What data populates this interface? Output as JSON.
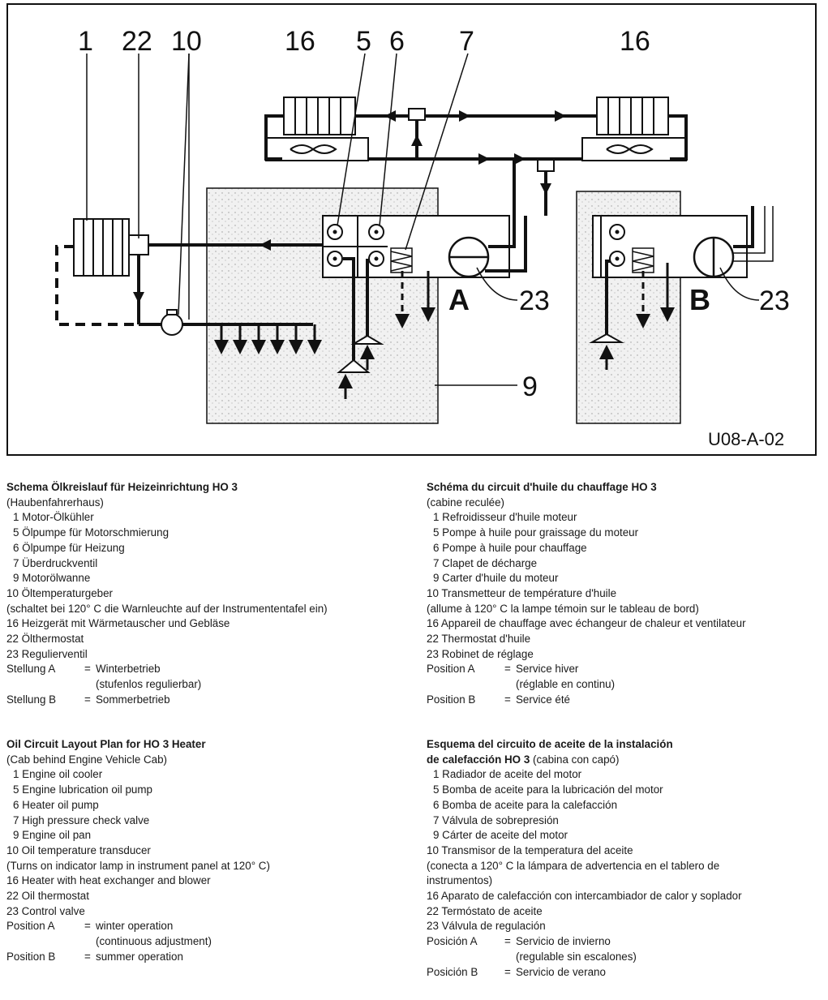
{
  "diagram": {
    "labels": {
      "n1": "1",
      "n22": "22",
      "n10": "10",
      "n16a": "16",
      "n5": "5",
      "n6": "6",
      "n7": "7",
      "n16b": "16",
      "posA": "A",
      "n23a": "23",
      "posB": "B",
      "n23b": "23",
      "n9": "9"
    },
    "figure_code": "U08-A-02",
    "line_color": "#111111",
    "fill_color": "#eeeeee"
  },
  "legend_de": {
    "title": "Schema Ölkreislauf für Heizeinrichtung HO 3",
    "subtitle": "(Haubenfahrerhaus)",
    "items": [
      "1 Motor-Ölkühler",
      "5 Ölpumpe für Motorschmierung",
      "6 Ölpumpe für Heizung",
      "7 Überdruckventil",
      "9 Motorölwanne",
      "10 Öltemperaturgeber",
      "(schaltet bei 120° C die Warnleuchte auf der Instrumententafel ein)",
      "16 Heizgerät mit Wärmetauscher und Gebläse",
      "22 Ölthermostat",
      "23 Regulierventil"
    ],
    "posA_key": "Stellung A",
    "posA_val": "Winterbetrieb",
    "posA_sub": "(stufenlos regulierbar)",
    "posB_key": "Stellung B",
    "posB_val": "Sommerbetrieb"
  },
  "legend_fr": {
    "title": "Schéma du circuit d'huile du chauffage HO 3",
    "subtitle": "(cabine reculée)",
    "items": [
      "1 Refroidisseur d'huile moteur",
      "5 Pompe à huile pour graissage du moteur",
      "6 Pompe à huile pour chauffage",
      "7 Clapet de décharge",
      "9 Carter d'huile du moteur",
      "10 Transmetteur de température d'huile",
      "(allume à 120° C la lampe témoin sur le tableau de bord)",
      "16 Appareil de chauffage avec échangeur de chaleur et ventilateur",
      "22 Thermostat d'huile",
      "23 Robinet de réglage"
    ],
    "posA_key": "Position A",
    "posA_val": "Service hiver",
    "posA_sub": "(réglable en continu)",
    "posB_key": "Position B",
    "posB_val": "Service été"
  },
  "legend_en": {
    "title": "Oil Circuit Layout Plan for HO 3 Heater",
    "subtitle": "(Cab behind Engine Vehicle Cab)",
    "items": [
      "1 Engine oil cooler",
      "5 Engine lubrication oil pump",
      "6 Heater oil pump",
      "7 High pressure check valve",
      "9 Engine oil pan",
      "10 Oil temperature transducer",
      "(Turns on indicator lamp in instrument panel at 120° C)",
      "16 Heater with heat exchanger and blower",
      "22 Oil thermostat",
      "23 Control valve"
    ],
    "posA_key": "Position A",
    "posA_val": "winter operation",
    "posA_sub": "(continuous adjustment)",
    "posB_key": "Position B",
    "posB_val": "summer operation"
  },
  "legend_es": {
    "title_line1": "Esquema del circuito de aceite de la instalación",
    "title_line2": "de calefacción HO 3",
    "title_line2_rest": " (cabina con capó)",
    "items": [
      "1 Radiador de aceite del motor",
      "5 Bomba de aceite para la lubricación del motor",
      "6 Bomba de aceite para la calefacción",
      "7 Válvula de sobrepresión",
      "9 Cárter de aceite del motor",
      "10 Transmisor de la temperatura del aceite",
      "(conecta a 120° C la lámpara de advertencia en el tablero de",
      "instrumentos)",
      "16 Aparato de calefacción con intercambiador de calor y soplador",
      "22 Termóstato de aceite",
      "23 Válvula de regulación"
    ],
    "posA_key": "Posición A",
    "posA_val": "Servicio de invierno",
    "posA_sub": "(regulable sin escalones)",
    "posB_key": "Posición B",
    "posB_val": "Servicio de verano"
  }
}
